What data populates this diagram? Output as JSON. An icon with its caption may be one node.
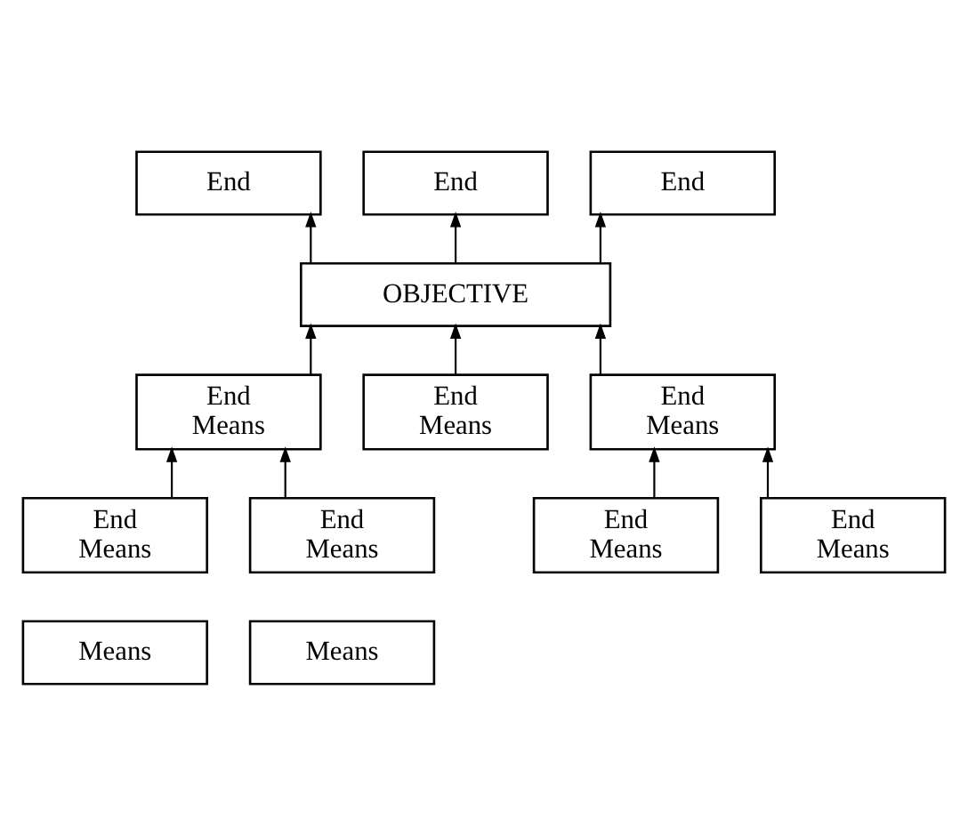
{
  "diagram": {
    "nodes": [
      {
        "text": [
          "End"
        ]
      },
      {
        "text": [
          "End"
        ]
      },
      {
        "text": [
          "End"
        ]
      },
      {
        "text": [
          "OBJECTIVE"
        ]
      },
      {
        "text": [
          "End Means"
        ]
      },
      {
        "text": [
          "End Means"
        ]
      },
      {
        "text": [
          "End Means"
        ]
      },
      {
        "text": [
          "End Means"
        ]
      },
      {
        "text": [
          "End Means"
        ]
      },
      {
        "text": [
          "End Means"
        ]
      },
      {
        "text": [
          "End Means"
        ]
      },
      {
        "text": [
          "Means"
        ]
      },
      {
        "text": [
          "Means"
        ]
      }
    ],
    "edges": [
      {
        "from": 3,
        "to": 0,
        "arrow": "to"
      },
      {
        "from": 3,
        "to": 1,
        "arrow": "to"
      },
      {
        "from": 3,
        "to": 2,
        "arrow": "to"
      },
      {
        "from": 4,
        "to": 3,
        "arrow": "to"
      },
      {
        "from": 5,
        "to": 3,
        "arrow": "to"
      },
      {
        "from": 6,
        "to": 3,
        "arrow": "to"
      },
      {
        "from": 7,
        "to": 4,
        "arrow": "to"
      },
      {
        "from": 8,
        "to": 4,
        "arrow": "to"
      },
      {
        "from": 9,
        "to": 6,
        "arrow": "to"
      },
      {
        "from": 10,
        "to": 6,
        "arrow": "to"
      }
    ]
  }
}
